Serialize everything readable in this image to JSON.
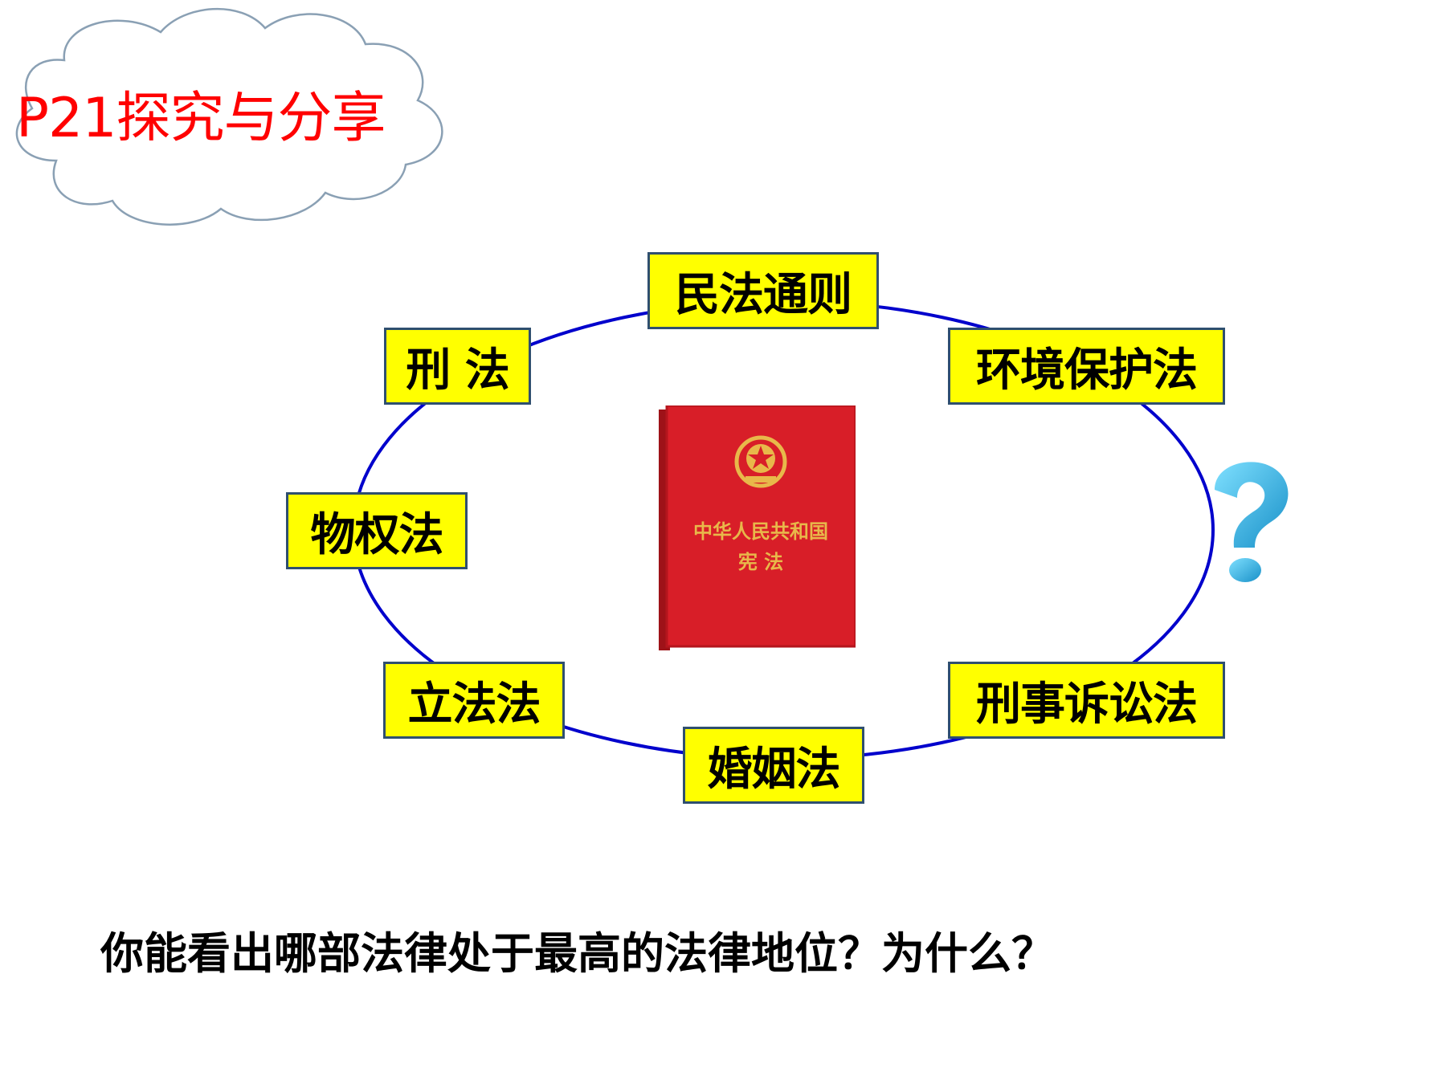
{
  "title": "P21探究与分享",
  "colors": {
    "title_text": "#ff0000",
    "cloud_outline": "#8aa0b4",
    "ring": "#0000cc",
    "box_fill": "#ffff00",
    "box_border": "#2f4f6f",
    "book_red": "#d81e28",
    "book_gold": "#e8b84a",
    "question_mark": "#29b6e0"
  },
  "laws": [
    {
      "id": "civil-general",
      "label": "民法通则"
    },
    {
      "id": "criminal",
      "label": "刑 法"
    },
    {
      "id": "environmental",
      "label": "环境保护法"
    },
    {
      "id": "property",
      "label": "物权法"
    },
    {
      "id": "legislation",
      "label": "立法法"
    },
    {
      "id": "criminal-procedure",
      "label": "刑事诉讼法"
    },
    {
      "id": "marriage",
      "label": "婚姻法"
    }
  ],
  "center_book": {
    "line1": "中华人民共和国",
    "line2": "宪 法",
    "icon": "national-emblem-icon"
  },
  "unknown_marker_icon": "question-mark-icon",
  "question": "你能看出哪部法律处于最高的法律地位？为什么？"
}
